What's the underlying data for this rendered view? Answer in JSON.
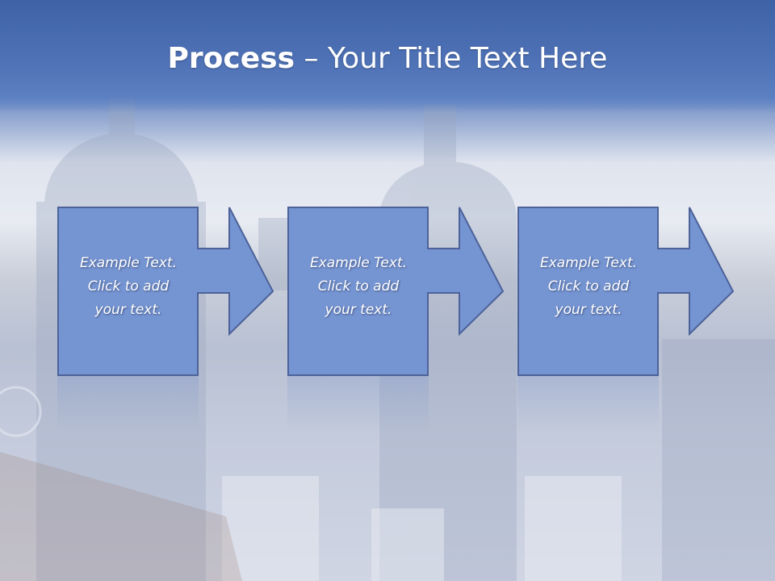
{
  "title": {
    "bold": "Process",
    "rest": " – Your Title Text Here"
  },
  "steps": [
    {
      "line1": "Example Text.",
      "line2": "Click  to add",
      "line3": "your text."
    },
    {
      "line1": "Example Text.",
      "line2": "Click  to add",
      "line3": "your text."
    },
    {
      "line1": "Example Text.",
      "line2": "Click  to add",
      "line3": "your text."
    }
  ],
  "colors": {
    "box_fill": "#7594d2",
    "box_stroke": "#4c6299",
    "title_band": "#4a6fb3"
  }
}
